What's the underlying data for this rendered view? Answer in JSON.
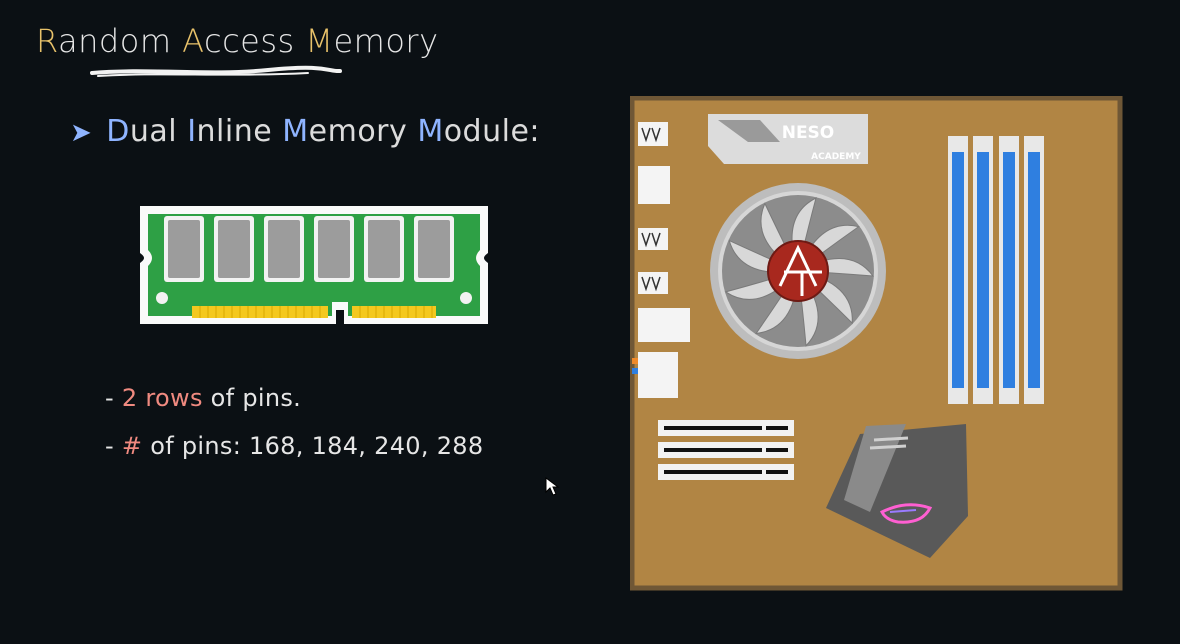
{
  "title": {
    "letters": [
      "R",
      "A",
      "M"
    ],
    "parts": [
      "andom ",
      "ccess ",
      "emory"
    ]
  },
  "bullet": {
    "letters": [
      "D",
      "I",
      "M",
      "M"
    ],
    "parts": [
      "ual ",
      "nline ",
      "emory ",
      "odule:"
    ]
  },
  "points": [
    {
      "dash": "- ",
      "highlight": "2 rows",
      "rest": " of pins."
    },
    {
      "dash": "- ",
      "highlight": "#",
      "rest": " of pins:  168, 184, 240, 288"
    }
  ],
  "logo": {
    "line1": "NESO",
    "line2": "ACADEMY"
  },
  "colors": {
    "accent_title": "#e8c26a",
    "accent_bullet": "#8fb4ff",
    "accent_point": "#f08a80",
    "board": "#b18544",
    "pcb": "#2ea045",
    "ram_slot": "#2f7fe0"
  },
  "icons": {
    "bullet": "arrow-right-icon",
    "cursor": "mouse-pointer-icon"
  }
}
